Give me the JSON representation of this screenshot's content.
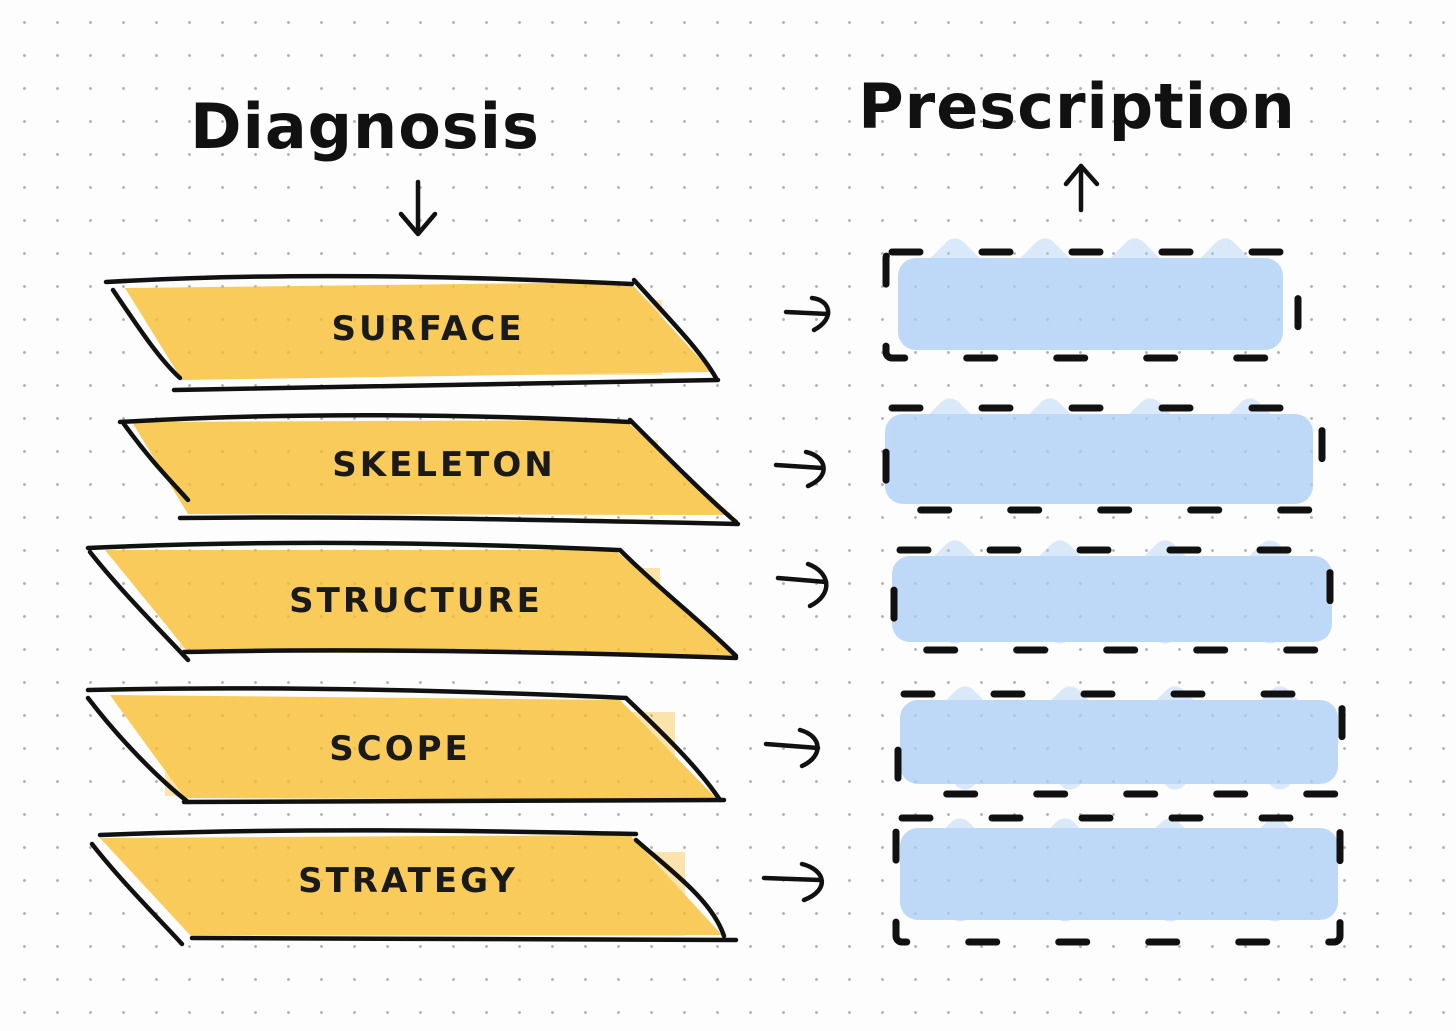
{
  "headings": {
    "diagnosis": "Diagnosis",
    "prescription": "Prescription"
  },
  "layers": [
    {
      "label": "SURFACE"
    },
    {
      "label": "SKELETON"
    },
    {
      "label": "STRUCTURE"
    },
    {
      "label": "SCOPE"
    },
    {
      "label": "STRATEGY"
    }
  ],
  "colors": {
    "layer_fill": "#f9bd2d",
    "prescription_fill": "#a9cdf5",
    "ink": "#111111"
  }
}
